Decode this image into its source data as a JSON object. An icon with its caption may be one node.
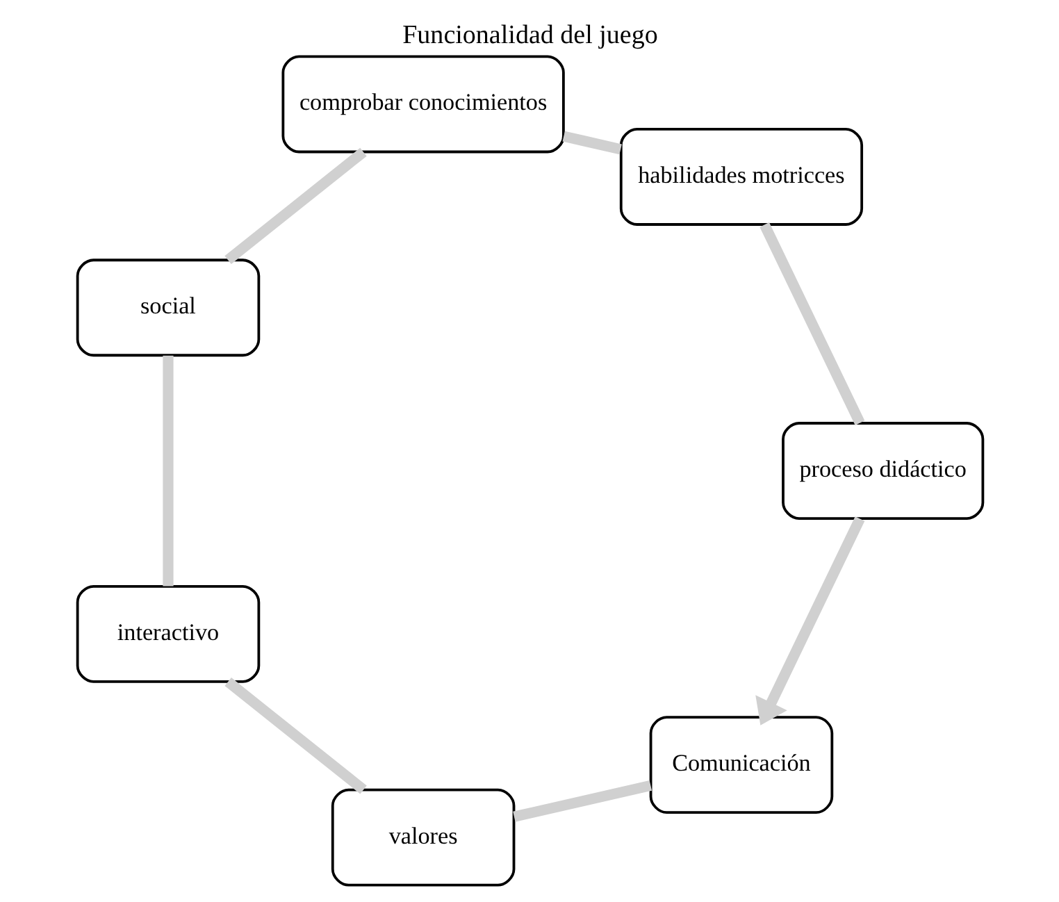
{
  "diagram": {
    "title": "Funcionalidad del juego",
    "nodes": [
      {
        "text": [
          "Comunicación"
        ]
      },
      {
        "text": [
          "valores"
        ]
      },
      {
        "text": [
          "interactivo"
        ]
      },
      {
        "text": [
          "social"
        ]
      },
      {
        "text": [
          "comprobar conocimientos"
        ]
      },
      {
        "text": [
          "habilidades motricces"
        ]
      },
      {
        "text": [
          "proceso didáctico"
        ]
      }
    ],
    "edges": [
      {
        "from": 0,
        "to": 1,
        "arrow": "none"
      },
      {
        "from": 1,
        "to": 2,
        "arrow": "none"
      },
      {
        "from": 2,
        "to": 3,
        "arrow": "none"
      },
      {
        "from": 3,
        "to": 4,
        "arrow": "none"
      },
      {
        "from": 4,
        "to": 5,
        "arrow": "none"
      },
      {
        "from": 5,
        "to": 6,
        "arrow": "none"
      },
      {
        "from": 6,
        "to": 0,
        "arrow": "to"
      }
    ]
  }
}
